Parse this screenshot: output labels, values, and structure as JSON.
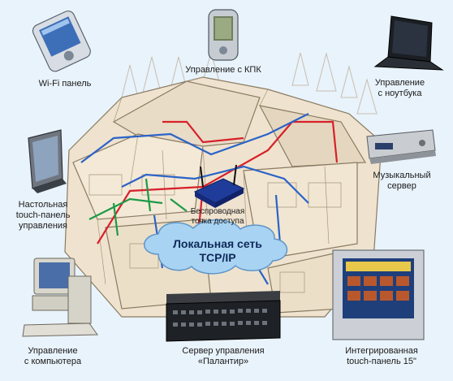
{
  "network": {
    "line1": "Локальная сеть",
    "line2": "TCP/IP"
  },
  "devices": {
    "wifi_panel": {
      "line1": "Wi-Fi панель"
    },
    "pda": {
      "line1": "Управление с КПК"
    },
    "laptop": {
      "line1": "Управление",
      "line2": "с ноутбука"
    },
    "music_server": {
      "line1": "Музыкальный",
      "line2": "сервер"
    },
    "desktop_panel": {
      "line1": "Настольная",
      "line2": "touch-панель",
      "line3": "управления"
    },
    "access_point": {
      "line1": "Беспроводная",
      "line2": "точка доступа"
    },
    "computer": {
      "line1": "Управление",
      "line2": "с компьютера"
    },
    "server": {
      "line1": "Сервер управления",
      "line2": "«Палантир»"
    },
    "integrated_panel": {
      "line1": "Интегрированная",
      "line2": "touch-панель 15\""
    }
  },
  "colors": {
    "cable_red": "#d8202a",
    "cable_blue": "#2b63c8",
    "cable_green": "#1d9a48",
    "cloud": "#a9d3f2"
  }
}
